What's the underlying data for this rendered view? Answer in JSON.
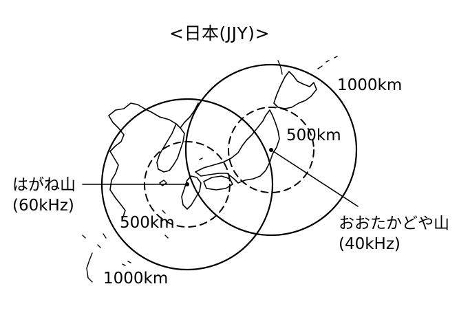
{
  "title": "<日本(JJY)>",
  "stations": [
    {
      "name": "はがね山",
      "freq": "(60kHz)"
    },
    {
      "name": "おおたかどや山",
      "freq": "(40kHz)"
    }
  ],
  "ranges": {
    "west_inner": "500km",
    "west_outer": "1000km",
    "east_inner": "500km",
    "east_outer": "1000km"
  },
  "colors": {
    "ink": "#000000",
    "background": "#ffffff"
  }
}
